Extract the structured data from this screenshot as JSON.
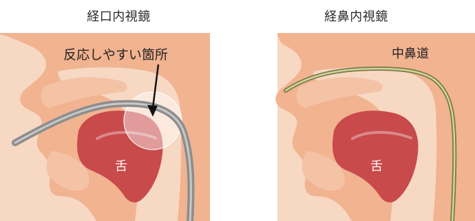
{
  "panels": {
    "oral": {
      "title": "経口内視鏡",
      "callout": "反応しやすい箇所",
      "tongue_label": "舌"
    },
    "nasal": {
      "title": "経鼻内視鏡",
      "nasal_label": "中鼻道",
      "tongue_label": "舌"
    }
  },
  "colors": {
    "skin_dark": "#f1b390",
    "skin_light": "#f7d8c3",
    "tongue": "#c84a4a",
    "tongue_highlight": "#d98a8a",
    "scope_oral": "#8d8d8d",
    "scope_nasal": "#b8ba77",
    "highlight_circle": "#ffffff",
    "text": "#222222"
  }
}
